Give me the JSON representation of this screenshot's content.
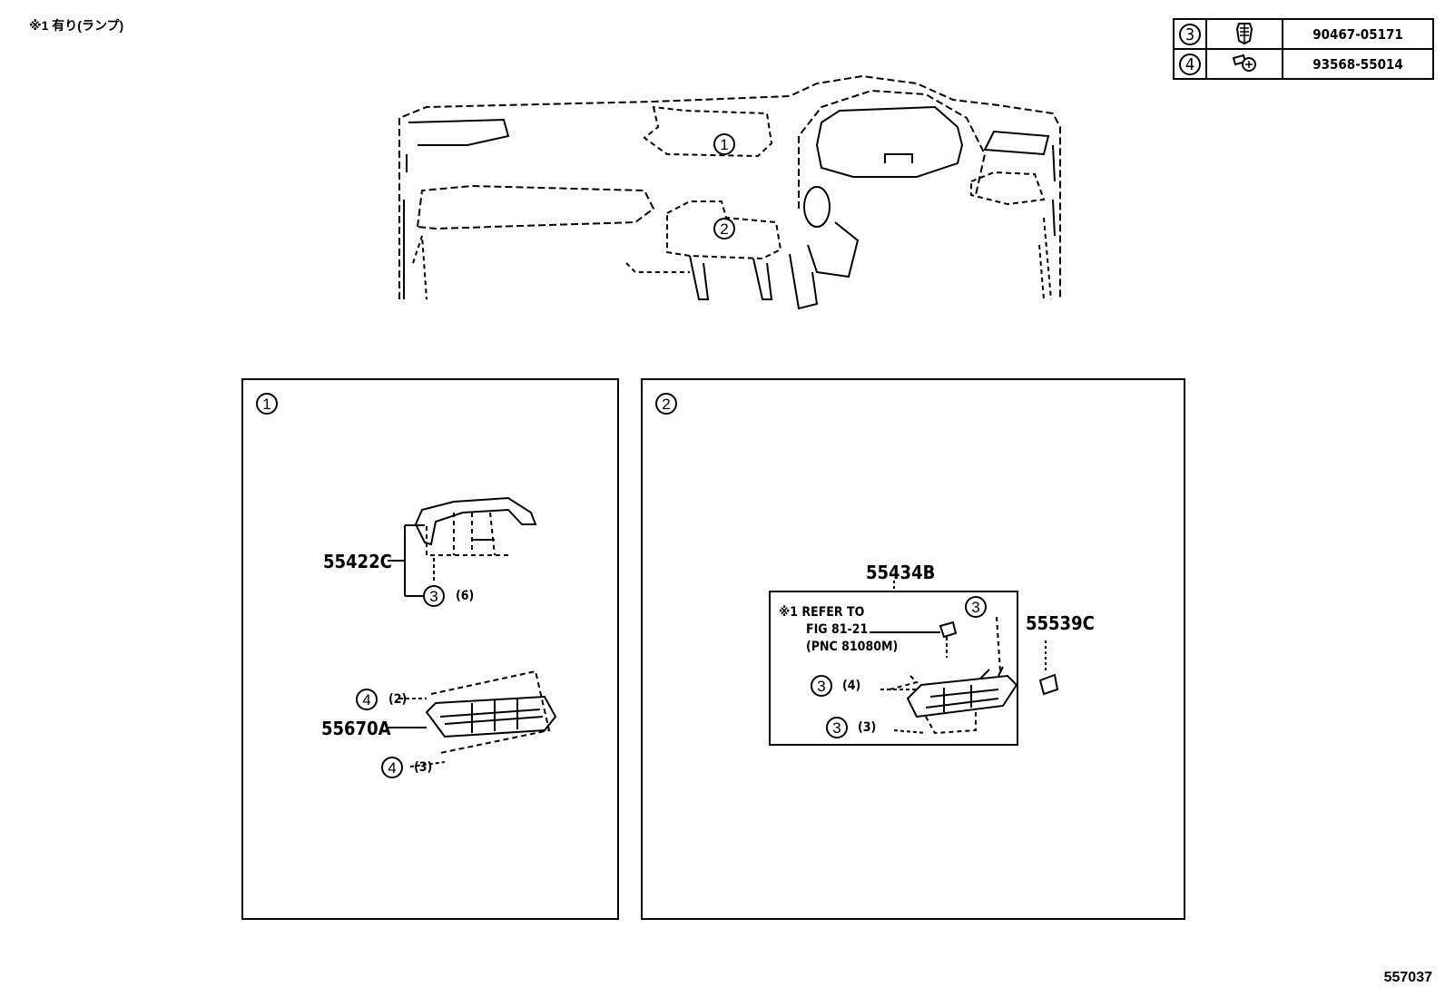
{
  "note": "※1 有り(ランプ)",
  "parts_table": [
    {
      "ref": "3",
      "icon": "clip-icon",
      "part_no": "90467-05171"
    },
    {
      "ref": "4",
      "icon": "screw-icon",
      "part_no": "93568-55014"
    }
  ],
  "overview": {
    "callout_1": "1",
    "callout_2": "2"
  },
  "panel1": {
    "label": "1",
    "part_55422C": "55422C",
    "part_55670A": "55670A",
    "c3": "3",
    "c3_qty": "(6)",
    "c4a": "4",
    "c4a_qty": "(2)",
    "c4b": "4",
    "c4b_qty": "(3)"
  },
  "panel2": {
    "label": "2",
    "part_55434B": "55434B",
    "part_55539C": "55539C",
    "refer_line1": "※1 REFER TO",
    "refer_line2": "FIG 81-21",
    "refer_line3": "(PNC 81080M)",
    "c3a": "3",
    "c3b": "3",
    "c3b_qty": "(4)",
    "c3c": "3",
    "c3c_qty": "(3)"
  },
  "footer_code": "557037"
}
